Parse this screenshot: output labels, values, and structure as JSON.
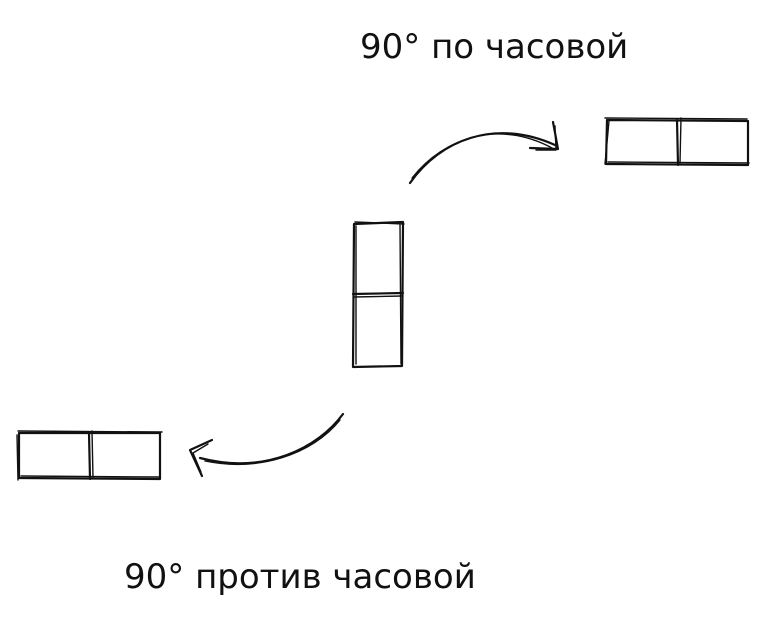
{
  "labels": {
    "clockwise": "90° по часовой",
    "counterclockwise": "90° против часовой"
  },
  "shapes": {
    "center": "domino-vertical",
    "right": "domino-horizontal-rotated-clockwise",
    "left": "domino-horizontal-rotated-counterclockwise"
  },
  "arrows": {
    "top": "curved-arrow-right",
    "bottom": "curved-arrow-left"
  },
  "colors": {
    "ink": "#111111",
    "background": "#ffffff"
  }
}
